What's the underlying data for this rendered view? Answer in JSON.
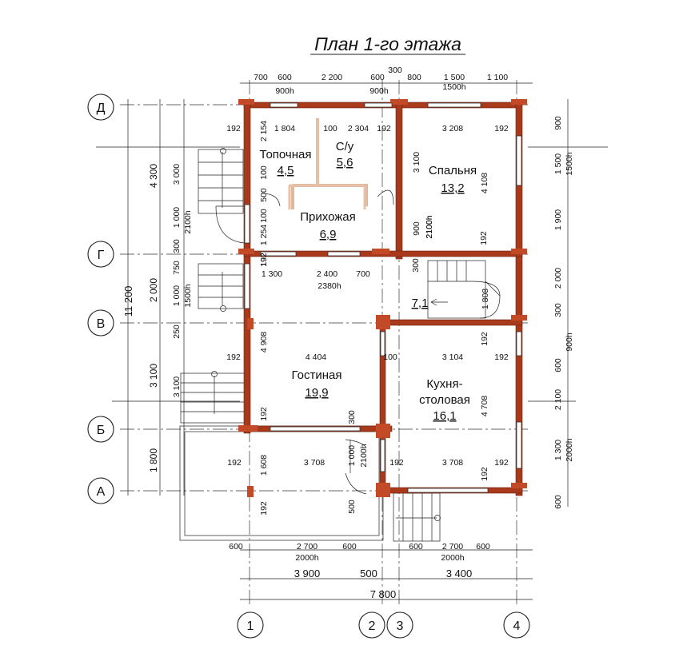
{
  "title": "План 1-го этажа",
  "rooms": [
    {
      "name": "Топочная",
      "area": "4,5"
    },
    {
      "name": "С/у",
      "area": "5,6"
    },
    {
      "name": "Спальня",
      "area": "13,2"
    },
    {
      "name": "Прихожая",
      "area": "6,9"
    },
    {
      "name": "",
      "area": "7,1"
    },
    {
      "name": "Гостиная",
      "area": "19,9"
    },
    {
      "name": "Кухня-",
      "name2": "столовая",
      "area": "16,1"
    }
  ],
  "axes": {
    "rows": [
      "Д",
      "Г",
      "В",
      "Б",
      "А"
    ],
    "cols": [
      "1",
      "2",
      "3",
      "4"
    ]
  },
  "dims": {
    "top": [
      "700",
      "600",
      "2 200",
      "600",
      "300",
      "800",
      "1 500",
      "1 100"
    ],
    "top_win": [
      "900h",
      "900h",
      "1500h"
    ],
    "left_outer": "11 200",
    "left_mid": [
      "4 300",
      "2 000",
      "3 100",
      "1 800"
    ],
    "left_inner": [
      "3 000",
      "1 000",
      "300",
      "750",
      "1 000",
      "250",
      "3 100"
    ],
    "left_win": [
      "2100h",
      "1500h"
    ],
    "right": [
      "900",
      "1 500",
      "1500h",
      "1 900",
      "2 000",
      "300",
      "900h",
      "600",
      "2 100",
      "1 300",
      "2000h",
      "600"
    ],
    "bottom_win_row": [
      "600",
      "2 700",
      "600",
      "600",
      "2 700",
      "600"
    ],
    "bottom_win_h": [
      "2000h",
      "2000h"
    ],
    "bottom_mid": [
      "3 900",
      "500",
      "3 400"
    ],
    "bottom_total": "7 800",
    "interior": [
      "192",
      "1 804",
      "100",
      "2 304",
      "192",
      "3 208",
      "192",
      "2 154",
      "100",
      "500",
      "100",
      "1 254",
      "192",
      "3 100",
      "4 108",
      "900",
      "2100h",
      "192",
      "1 300",
      "2 400",
      "700",
      "2380h",
      "300",
      "1 808",
      "4 908",
      "192",
      "4 404",
      "100",
      "3 104",
      "192",
      "4 708",
      "192",
      "300",
      "192",
      "1 608",
      "3 708",
      "1 000",
      "2100h",
      "192",
      "3 708",
      "192",
      "500",
      "192",
      "2100h",
      "192",
      "192",
      "192"
    ]
  }
}
